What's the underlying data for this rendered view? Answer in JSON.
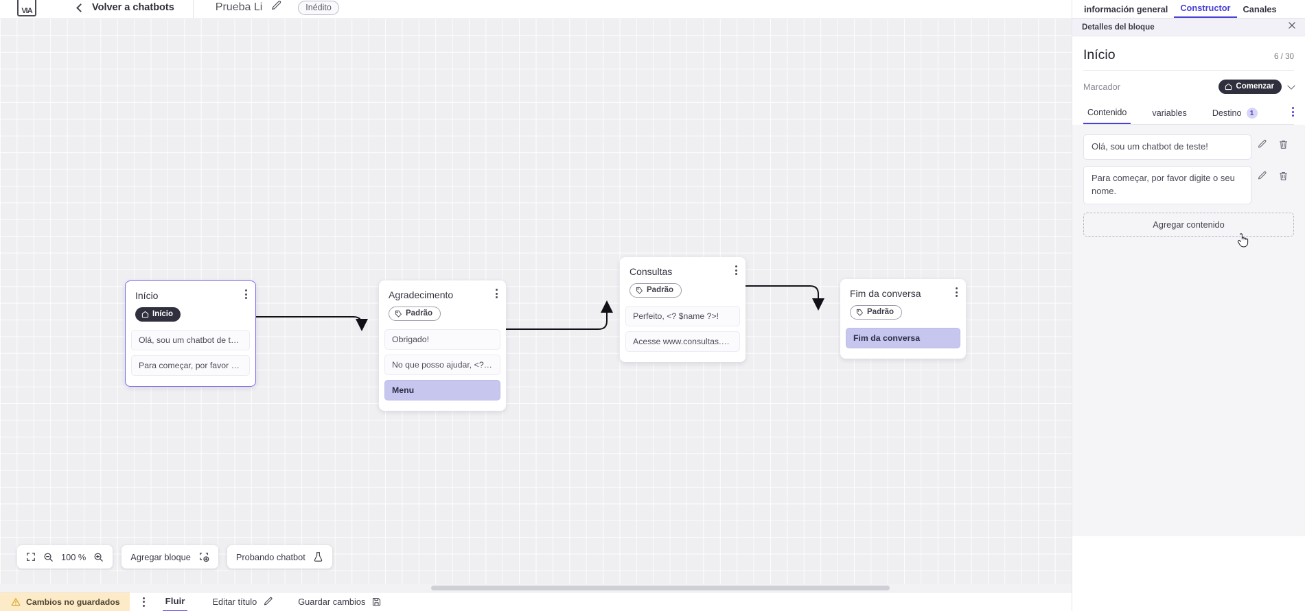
{
  "topbar": {
    "logo": "logo-icon",
    "back_label": "Volver a chatbots",
    "bot_name": "Prueba Li",
    "edit_icon": "pencil-icon",
    "status_pill": "Inédito"
  },
  "canvas": {
    "nodes": [
      {
        "title": "Início",
        "badge": "Início",
        "badge_type": "dark",
        "badge_icon": "home-icon",
        "selected": true,
        "items": [
          {
            "text": "Olá, sou um chatbot de teste!",
            "accent": false
          },
          {
            "text": "Para começar, por favor digite o ...",
            "accent": false
          }
        ]
      },
      {
        "title": "Agradecimento",
        "badge": "Padrão",
        "badge_type": "outline",
        "badge_icon": "tag-icon",
        "selected": false,
        "items": [
          {
            "text": "Obrigado!",
            "accent": false
          },
          {
            "text": "No que posso ajudar, <? $name ...",
            "accent": false
          },
          {
            "text": "Menu",
            "accent": true
          }
        ]
      },
      {
        "title": "Consultas",
        "badge": "Padrão",
        "badge_type": "outline",
        "badge_icon": "tag-icon",
        "selected": false,
        "items": [
          {
            "text": "Perfeito, <? $name ?>!",
            "accent": false
          },
          {
            "text": "Acesse www.consultas.com par...",
            "accent": false
          }
        ]
      },
      {
        "title": "Fim da conversa",
        "badge": "Padrão",
        "badge_type": "outline",
        "badge_icon": "tag-icon",
        "selected": false,
        "items": [
          {
            "text": "Fim da conversa",
            "accent": true
          }
        ]
      }
    ]
  },
  "floatbar": {
    "fit_icon": "fit-screen-icon",
    "zoom_out_icon": "zoom-out-icon",
    "zoom_level": "100 %",
    "zoom_in_icon": "zoom-in-icon",
    "add_block_label": "Agregar bloque",
    "add_block_icon": "add-block-icon",
    "test_label": "Probando chatbot",
    "test_icon": "flask-icon"
  },
  "statusbar": {
    "warning_icon": "warning-icon",
    "warning_text": "Cambios no guardados",
    "kebab_icon": "kebab-icon",
    "tab_label": "Fluir",
    "edit_title_label": "Editar título",
    "edit_title_icon": "pencil-icon",
    "save_label": "Guardar cambios",
    "save_icon": "save-icon"
  },
  "panel": {
    "tabs": [
      {
        "label": "información general",
        "active": false
      },
      {
        "label": "Constructor",
        "active": true
      },
      {
        "label": "Canales",
        "active": false
      }
    ],
    "subheader": "Detalles del bloque",
    "close_icon": "close-icon",
    "block_title": "Início",
    "block_count": "6 / 30",
    "marker_label": "Marcador",
    "marker_badge": "Comenzar",
    "marker_badge_icon": "home-icon",
    "marker_chevron_icon": "chevron-down-icon",
    "content_tabs": [
      {
        "label": "Contenido",
        "active": true,
        "badge": ""
      },
      {
        "label": "variables",
        "active": false,
        "badge": ""
      },
      {
        "label": "Destino",
        "active": false,
        "badge": "1"
      }
    ],
    "kebab_icon": "kebab-icon",
    "content_items": [
      {
        "text": "Olá, sou um chatbot de teste!",
        "edit_icon": "pencil-icon",
        "delete_icon": "trash-icon"
      },
      {
        "text": "Para começar, por favor digite o seu nome.",
        "edit_icon": "pencil-icon",
        "delete_icon": "trash-icon"
      }
    ],
    "add_content_label": "Agregar contenido"
  },
  "colors": {
    "accent": "#4a3fd6",
    "node_accent": "#c6c6ef",
    "warning_bg": "#fdebc8",
    "canvas_bg": "#efeff2"
  }
}
